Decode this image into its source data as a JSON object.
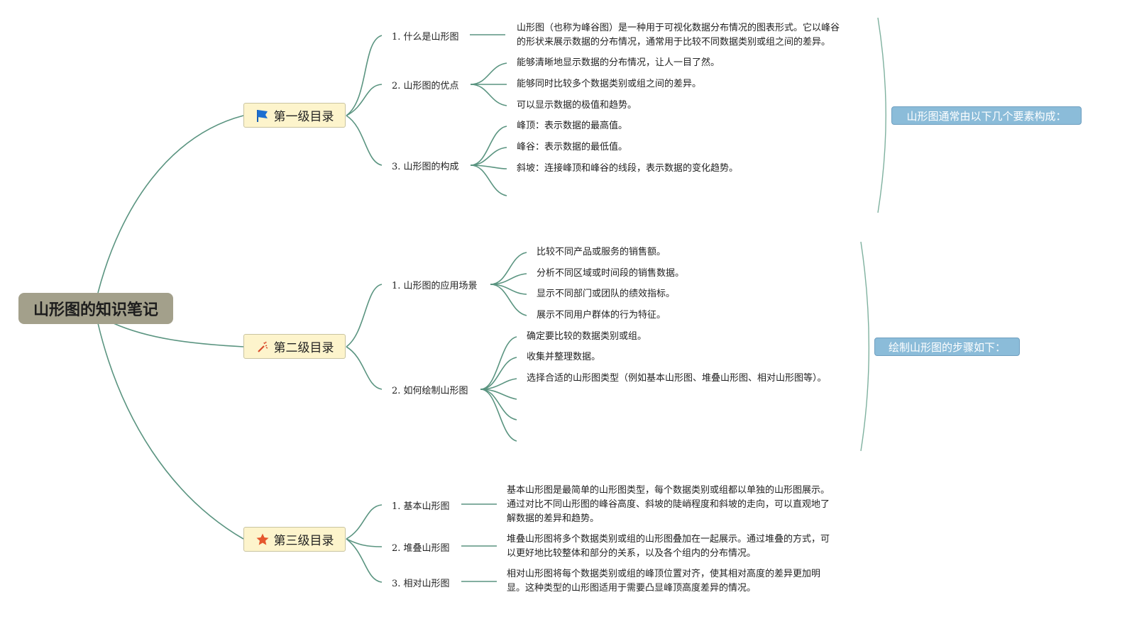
{
  "root": {
    "title": "山形图的知识笔记"
  },
  "sections": [
    {
      "label": "第一级目录",
      "icon": "blue-flag-icon",
      "children": [
        {
          "label": "1. 什么是山形图",
          "leaves": [
            "山形图（也称为峰谷图）是一种用于可视化数据分布情况的图表形式。它以峰谷",
            "的形状来展示数据的分布情况，通常用于比较不同数据类别或组之间的差异。"
          ]
        },
        {
          "label": "2. 山形图的优点",
          "leaves": [
            "能够清晰地显示数据的分布情况，让人一目了然。",
            "能够同时比较多个数据类别或组之间的差异。",
            "可以显示数据的极值和趋势。"
          ]
        },
        {
          "label": "3. 山形图的构成",
          "leaves": [
            "峰顶：表示数据的最高值。",
            "峰谷：表示数据的最低值。",
            "斜坡：连接峰顶和峰谷的线段，表示数据的变化趋势。"
          ]
        }
      ],
      "summary": "山形图通常由以下几个要素构成："
    },
    {
      "label": "第二级目录",
      "icon": "magic-wand-icon",
      "children": [
        {
          "label": "1. 山形图的应用场景",
          "leaves": [
            "比较不同产品或服务的销售额。",
            "分析不同区域或时间段的销售数据。",
            "显示不同部门或团队的绩效指标。",
            "展示不同用户群体的行为特征。"
          ]
        },
        {
          "label": "2. 如何绘制山形图",
          "leaves": [
            "确定要比较的数据类别或组。",
            "收集并整理数据。",
            "选择合适的山形图类型（例如基本山形图、堆叠山形图、相对山形图等）。"
          ]
        }
      ],
      "summary": "绘制山形图的步骤如下："
    },
    {
      "label": "第三级目录",
      "icon": "orange-star-icon",
      "children": [
        {
          "label": "1. 基本山形图",
          "leaves": [
            "基本山形图是最简单的山形图类型，每个数据类别或组都以单独的山形图展示。",
            "通过对比不同山形图的峰谷高度、斜坡的陡峭程度和斜坡的走向，可以直观地了",
            "解数据的差异和趋势。"
          ]
        },
        {
          "label": "2. 堆叠山形图",
          "leaves": [
            "堆叠山形图将多个数据类别或组的山形图叠加在一起展示。通过堆叠的方式，可",
            "以更好地比较整体和部分的关系，以及各个组内的分布情况。"
          ]
        },
        {
          "label": "3. 相对山形图",
          "leaves": [
            "相对山形图将每个数据类别或组的峰顶位置对齐，使其相对高度的差异更加明",
            "显。这种类型的山形图适用于需要凸显峰顶高度差异的情况。"
          ]
        }
      ]
    }
  ],
  "colors": {
    "branch": "#5a9480",
    "root_fill": "#a3a08b",
    "topic_fill": "#fdf4cc",
    "summary_fill": "#8bbcd9"
  }
}
